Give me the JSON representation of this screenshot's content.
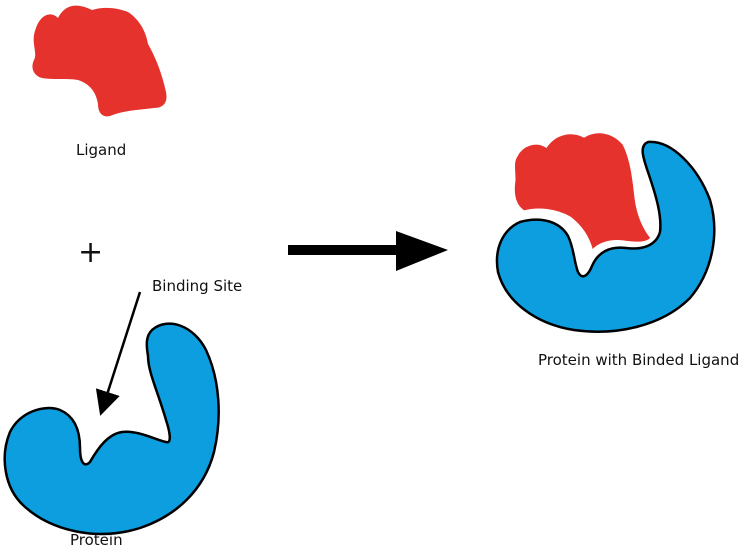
{
  "labels": {
    "ligand": "Ligand",
    "plus": "+",
    "binding_site": "Binding Site",
    "protein": "Protein",
    "complex": "Protein with Binded Ligand"
  },
  "colors": {
    "ligand": "#e5322d",
    "protein": "#0d9ee0",
    "outline": "#000000",
    "arrow": "#000000",
    "text": "#111111",
    "background": "#ffffff"
  }
}
